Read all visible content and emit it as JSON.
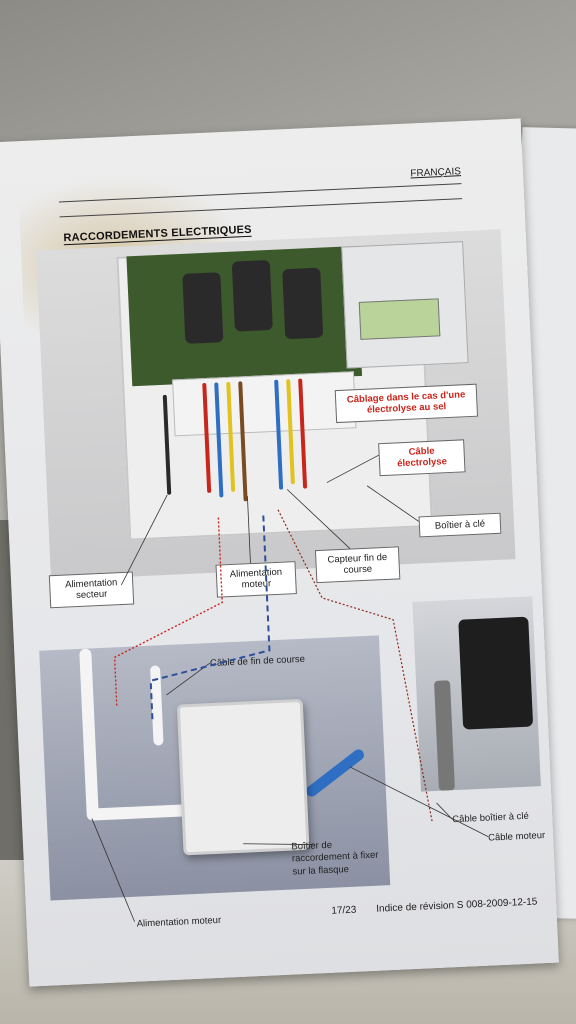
{
  "page": {
    "language": "FRANÇAIS",
    "section_title": "RACCORDEMENTS ELECTRIQUES",
    "page_number": "17/23",
    "revision": "Indice de révision S 008-2009-12-15"
  },
  "callouts": {
    "cablage_sel": "Câblage dans le cas d'une électrolyse au sel",
    "cable_electrolyse": "Câble électrolyse",
    "boitier_cle": "Boîtier à clé",
    "alimentation_secteur": "Alimentation secteur",
    "alimentation_moteur_top": "Alimentation moteur",
    "capteur_fin_course": "Capteur fin de course",
    "cable_fin_course": "Câble de fin de course",
    "boitier_raccordement": "Boîtier de raccordement à fixer sur la flasque",
    "alimentation_moteur_bottom": "Alimentation moteur",
    "cable_boitier_cle": "Câble boîtier à clé",
    "cable_moteur": "Câble moteur"
  },
  "colors": {
    "accent_red": "#c8261c",
    "wire_blue": "#2f6fc3",
    "wire_red": "#c8261c",
    "wire_yellow": "#e2c21e",
    "wire_brown": "#7a4a22"
  }
}
